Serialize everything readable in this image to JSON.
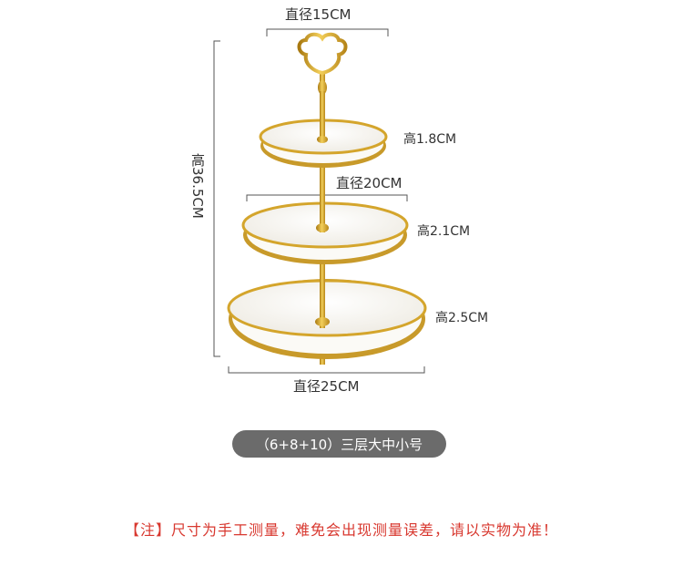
{
  "dimensions": {
    "top_diameter": "直径15CM",
    "middle_diameter": "直径20CM",
    "bottom_diameter": "直径25CM",
    "total_height": "高36.5CM",
    "top_tier_height": "高1.8CM",
    "middle_tier_height": "高2.1CM",
    "bottom_tier_height": "高2.5CM"
  },
  "product_variant": "（6+8+10）三层大中小号",
  "disclaimer": "【注】尺寸为手工测量，难免会出现测量误差，请以实物为准！",
  "colors": {
    "gold": "#d4a52c",
    "plate_white": "#fbfaf6",
    "line": "#555555",
    "pill_bg": "#6b6b6b",
    "note_red": "#d8382f"
  }
}
